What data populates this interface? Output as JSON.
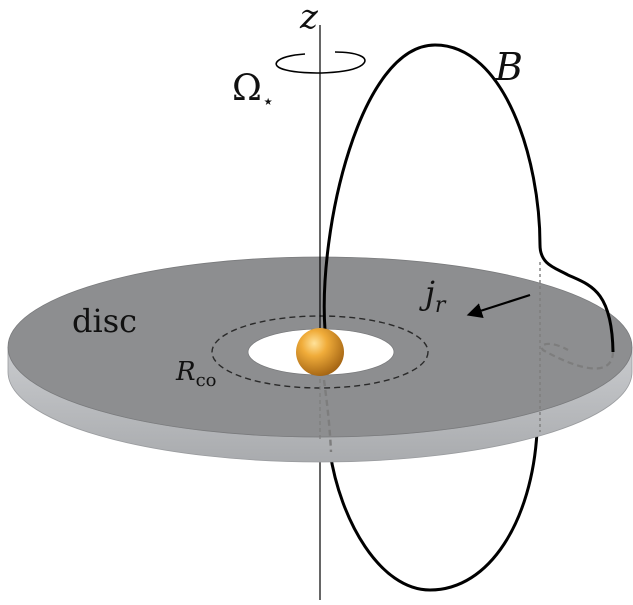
{
  "labels": {
    "z_axis": "z",
    "omega_symbol": "Ω",
    "omega_sub": "⋆",
    "field": "B",
    "current_symbol": "j",
    "current_sub": "r",
    "disc": "disc",
    "corotation_symbol": "R",
    "corotation_sub": "co"
  },
  "colors": {
    "disc_top": "#8d8e90",
    "disc_edge": "#b9bbbe",
    "star": "#c8861f",
    "field_line": "#000000",
    "hidden_line": "#7d7d7d",
    "corotation_circle": "#2a2a2a"
  }
}
